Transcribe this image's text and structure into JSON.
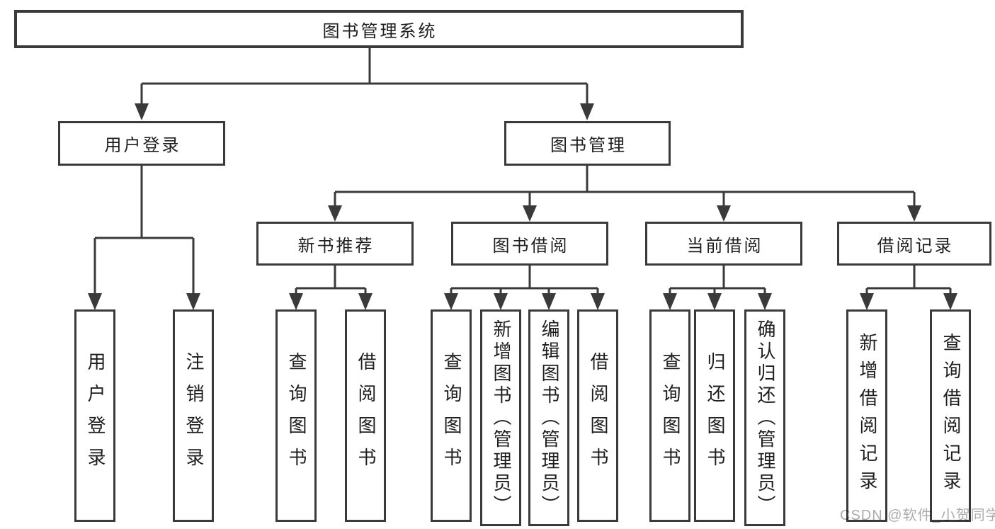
{
  "tree": {
    "label": "图书管理系统",
    "children": [
      {
        "label": "用户登录",
        "children": [
          {
            "label": "用户登录"
          },
          {
            "label": "注销登录"
          }
        ]
      },
      {
        "label": "图书管理",
        "children": [
          {
            "label": "新书推荐",
            "children": [
              {
                "label": "查询图书"
              },
              {
                "label": "借阅图书"
              }
            ]
          },
          {
            "label": "图书借阅",
            "children": [
              {
                "label": "查询图书"
              },
              {
                "label": "新增图书（管理员）"
              },
              {
                "label": "编辑图书（管理员）"
              },
              {
                "label": "借阅图书"
              }
            ]
          },
          {
            "label": "当前借阅",
            "children": [
              {
                "label": "查询图书"
              },
              {
                "label": "归还图书"
              },
              {
                "label": "确认归还（管理员）"
              }
            ]
          },
          {
            "label": "借阅记录",
            "children": [
              {
                "label": "新增借阅记录"
              },
              {
                "label": "查询借阅记录"
              }
            ]
          }
        ]
      }
    ]
  },
  "watermark": {
    "text": "CSDN @软件_小贺同学"
  },
  "colors": {
    "line": "#3a3a3a",
    "text": "#1e1e1e",
    "background": "#ffffff",
    "watermark": "#acacac"
  }
}
